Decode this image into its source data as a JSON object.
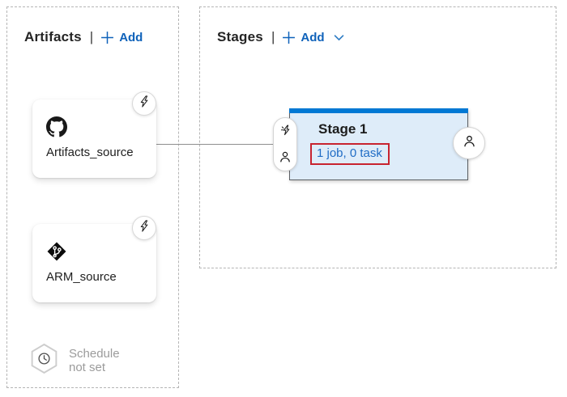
{
  "artifacts_panel": {
    "title": "Artifacts",
    "separator": "|",
    "add_label": "Add",
    "cards": [
      {
        "name": "Artifacts_source",
        "icon": "github-icon"
      },
      {
        "name": "ARM_source",
        "icon": "azure-repos-icon"
      }
    ],
    "schedule": {
      "line1": "Schedule",
      "line2": "not set"
    }
  },
  "stages_panel": {
    "title": "Stages",
    "separator": "|",
    "add_label": "Add",
    "stage": {
      "title": "Stage 1",
      "summary": "1 job, 0 task"
    }
  },
  "icons": {
    "plus-icon": "+",
    "chevron-down-icon": "⌄",
    "lightning-bolt-icon": "⚡ (outline)",
    "user-icon": "person outline",
    "clock-icon": "clock inside hexagon",
    "github-icon": "black octocat mark",
    "azure-repos-icon": "black diamond with white git branch"
  },
  "colors": {
    "link_blue": "#0f62ba",
    "stage_accent_blue": "#0078d4",
    "stage_fill_blue": "#deecf9",
    "stage_border_gray": "#5c5f63",
    "highlight_red": "#c8232f",
    "summary_link_blue": "#1f6cc5",
    "muted_gray_text": "#9b9b9b",
    "dashed_border_gray": "#b5b5b5",
    "connector_gray": "#8f8f8f"
  }
}
